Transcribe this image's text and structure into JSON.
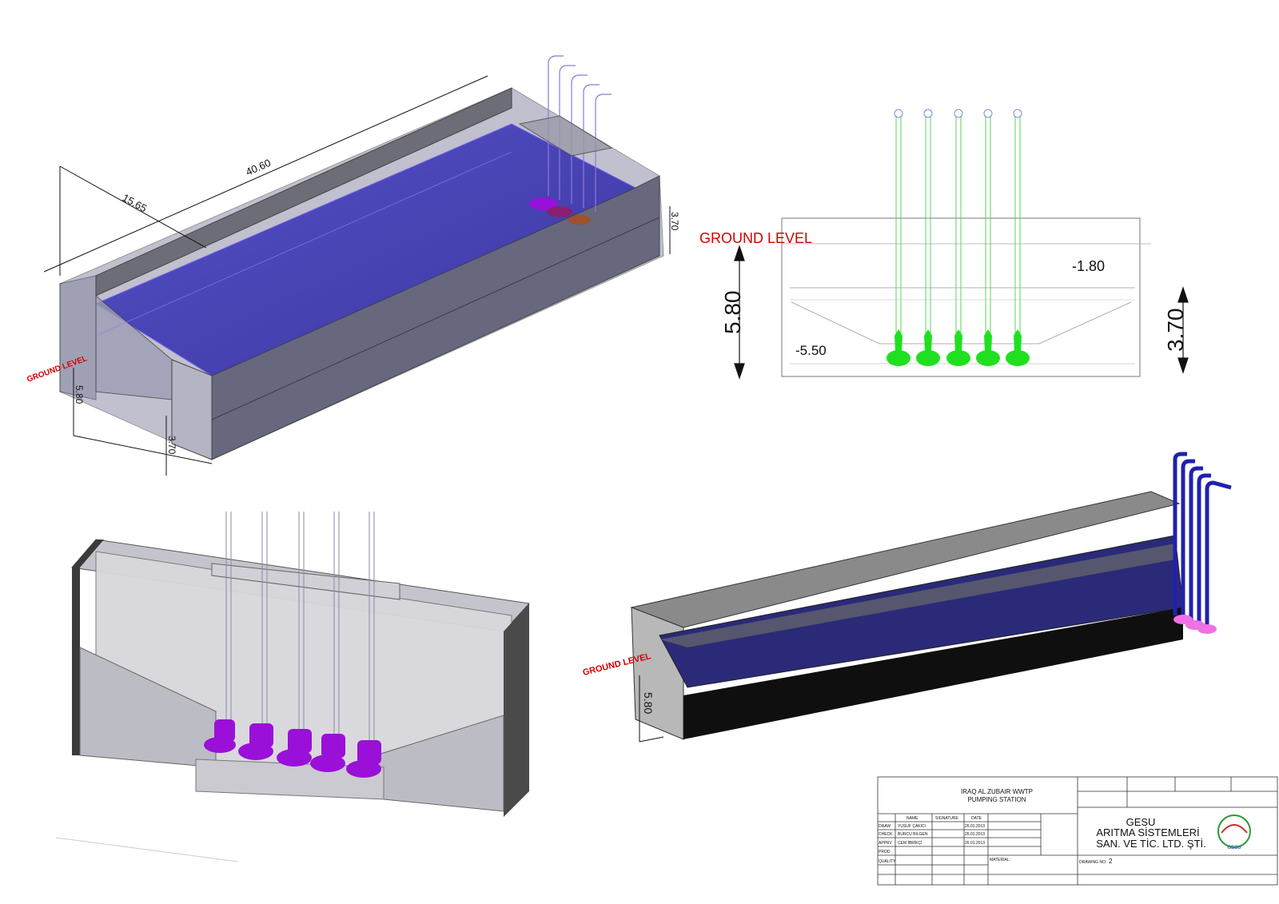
{
  "view_iso": {
    "length": "40.60",
    "width": "15.65",
    "height_right": "3.70",
    "depth_left": "5.80",
    "height_left": "3.70",
    "ground_level": "GROUND LEVEL"
  },
  "view_section": {
    "ground_level": "GROUND LEVEL",
    "level_top": "-1.80",
    "level_bottom": "-5.50",
    "depth_total": "5.80",
    "depth_water": "3.70"
  },
  "view_long": {
    "ground_level": "GROUND LEVEL",
    "depth": "5.80"
  },
  "title_block": {
    "project_line1": "IRAQ AL ZUBAIR WWTP",
    "project_line2": "PUMPING STATION",
    "col_name": "NAME",
    "col_signature": "SIGNATURE",
    "col_date": "DATE",
    "rows": [
      {
        "role": "DRAW",
        "name": "YUSUF ÇAKICI",
        "date": "26.01.2013"
      },
      {
        "role": "CHECK",
        "name": "BURCU BILGEN",
        "date": "26.01.2013"
      },
      {
        "role": "APPRV",
        "name": "CEM İBRİKÇİ",
        "date": "26.01.2013"
      },
      {
        "role": "PROD",
        "name": "",
        "date": ""
      },
      {
        "role": "QUALITY",
        "name": "",
        "date": ""
      }
    ],
    "material_label": "MATERIAL:",
    "drawing_no_label": "DRAWING NO:",
    "drawing_no": "2",
    "company_line1": "GESU",
    "company_line2": "ARITMA SİSTEMLERİ",
    "company_line3": "SAN. VE TİC. LTD. ŞTİ.",
    "logo_text": "GESU"
  },
  "colors": {
    "water": "#3b34b8",
    "concrete": "#8f8f9c",
    "pump_purple": "#9a10d8",
    "pump_green": "#1fe01f",
    "ground_label": "#d40000"
  }
}
